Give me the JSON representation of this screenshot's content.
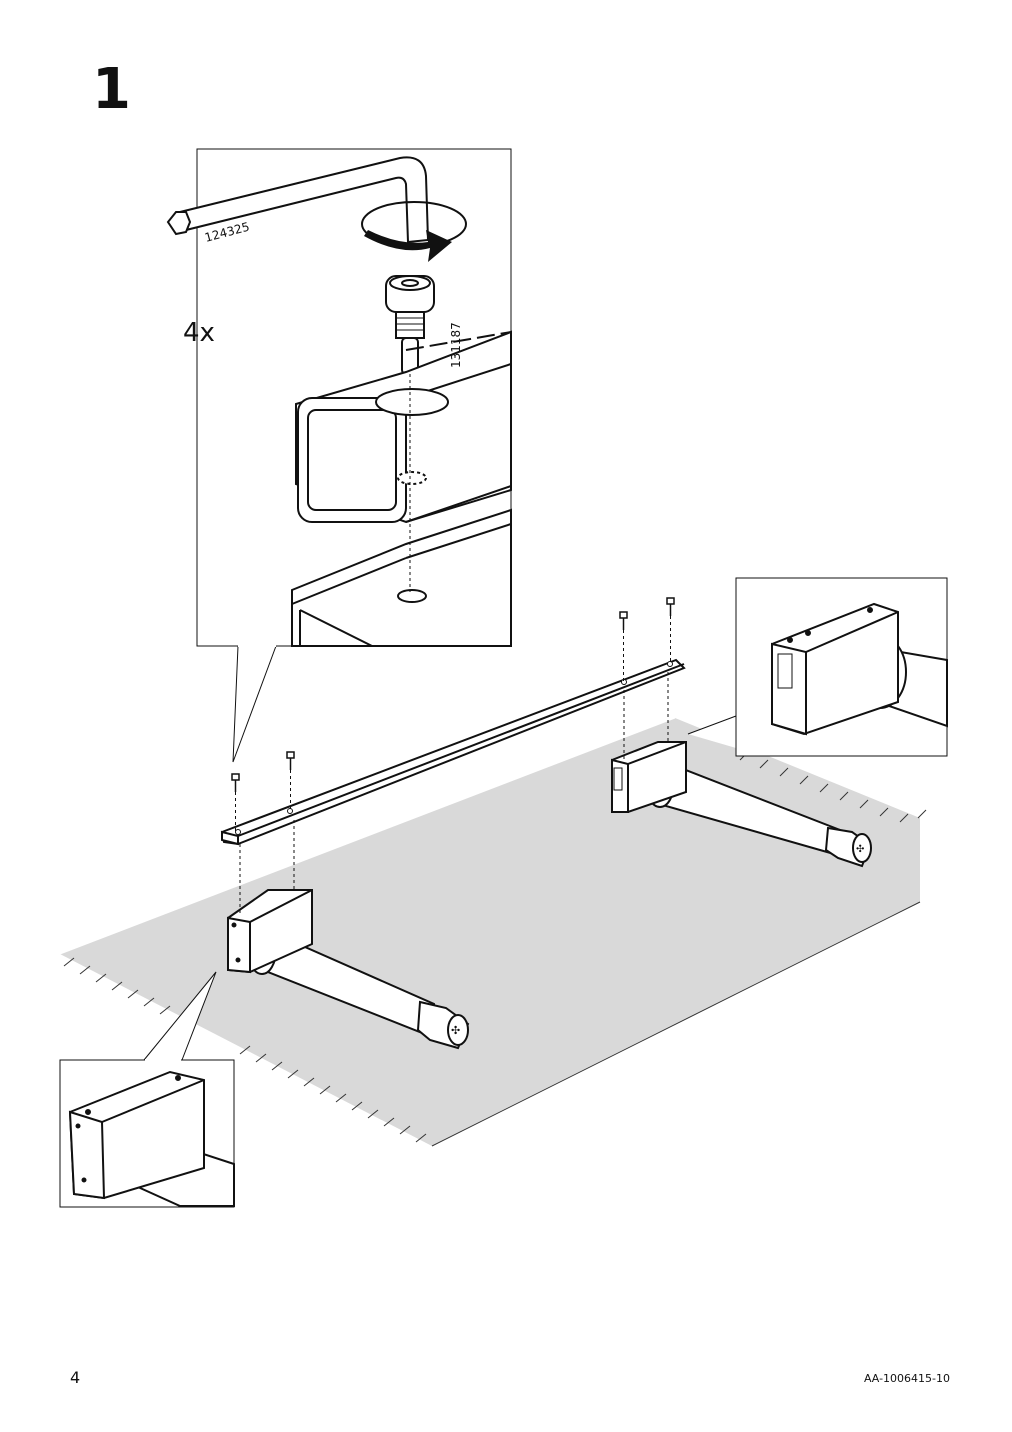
{
  "step": {
    "number": "1"
  },
  "detail_callout": {
    "quantity": "4x",
    "tool_part_number": "124325",
    "screw_part_number": "131187"
  },
  "footer": {
    "page_number": "4",
    "document_code": "AA-1006415-10"
  }
}
